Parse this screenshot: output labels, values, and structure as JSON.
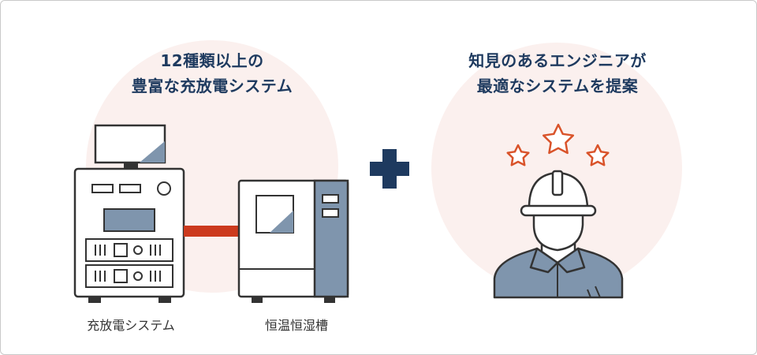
{
  "left_panel": {
    "heading_line1": "12種類以上の",
    "heading_line2": "豊富な充放電システム",
    "caption_system": "充放電システム",
    "caption_chamber": "恒温恒湿槽"
  },
  "right_panel": {
    "heading_line1": "知見のあるエンジニアが",
    "heading_line2": "最適なシステムを提案"
  },
  "colors": {
    "navy": "#1e3a5f",
    "outline": "#333333",
    "slate": "#7f95ad",
    "connector_red": "#cc3a1e",
    "star_orange": "#d9532a",
    "circle_bg": "#fbf0ee"
  },
  "icons": [
    "plus-icon",
    "star-icon",
    "hardhat-engineer-icon",
    "monitor-icon"
  ]
}
